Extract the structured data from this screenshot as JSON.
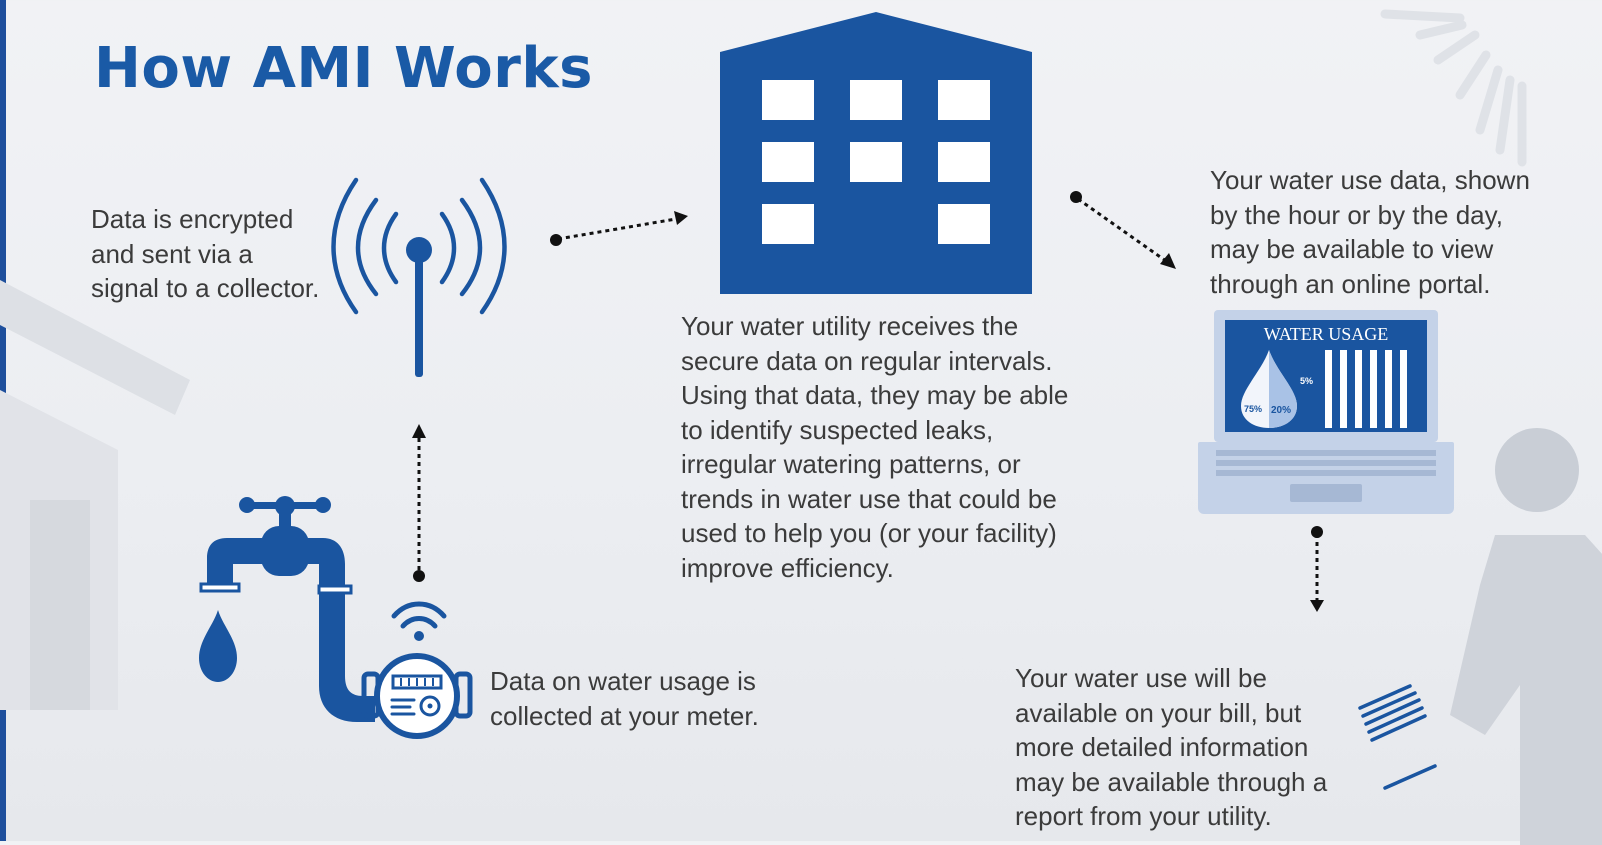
{
  "title": "How AMI Works",
  "steps": {
    "meter": "Data on water usage is collected at your meter.",
    "signal": [
      "Data is encrypted",
      "and sent via a",
      "signal to a collector."
    ],
    "utility": [
      "Your water utility receives the",
      "secure data on regular intervals.",
      "Using that data, they may be able",
      "to identify suspected leaks,",
      "irregular watering patterns, or",
      "trends in water use that could be",
      "used to help you (or your facility)",
      "improve efficiency."
    ],
    "portal": [
      "Your water use data, shown",
      "by the hour or by the day,",
      "may be available to view",
      "through an online portal."
    ],
    "bill": [
      "Your water use will be",
      "available on your bill, but",
      "more detailed information",
      "may be available through a",
      "report from your utility."
    ]
  },
  "laptop": {
    "screen_title": "WATER USAGE",
    "pct_75": "75%",
    "pct_20": "20%",
    "pct_5": "5%"
  },
  "colors": {
    "brand_blue": "#1a55a0",
    "title_blue": "#1a5aa6",
    "text": "#3b3b3b",
    "background": "#eef0f3"
  },
  "icons": [
    "antenna-icon",
    "building-icon",
    "laptop-icon",
    "faucet-icon",
    "water-meter-icon",
    "wifi-icon",
    "water-drop-icon",
    "sun-rays-icon",
    "person-silhouette-icon",
    "house-silhouette-icon"
  ]
}
